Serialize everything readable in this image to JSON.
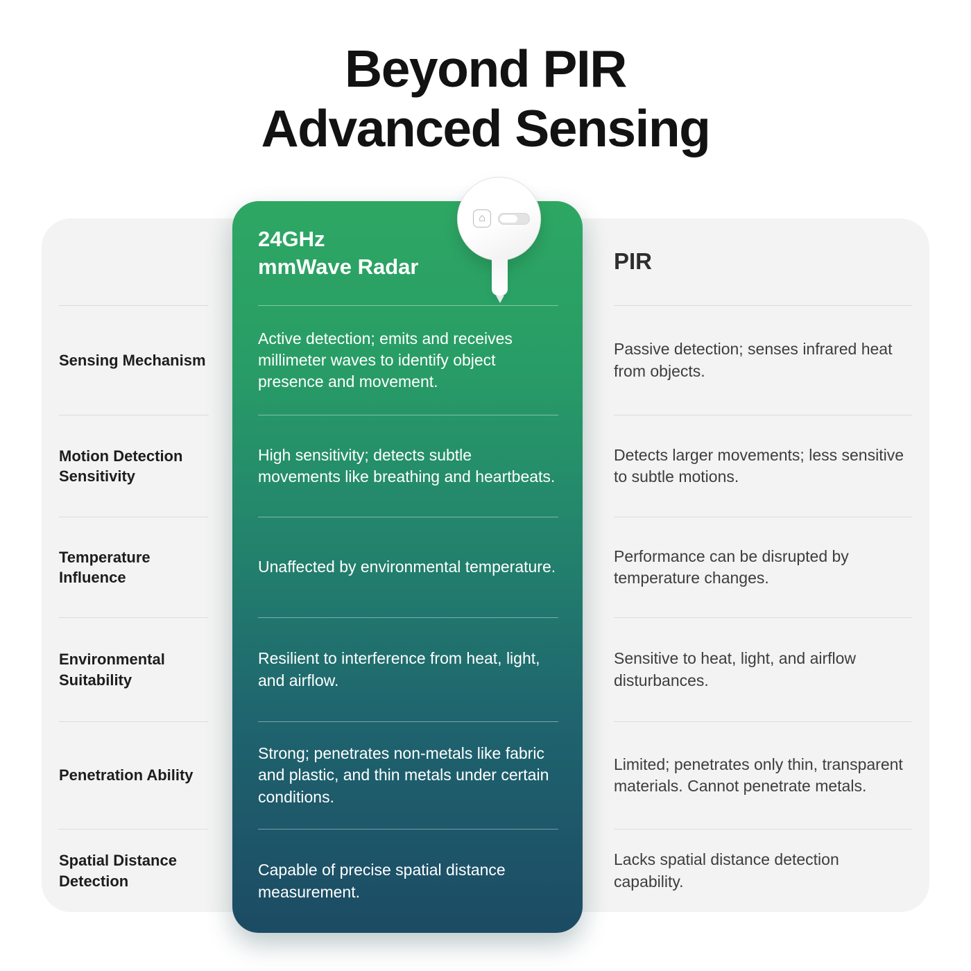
{
  "title": {
    "line1": "Beyond PIR",
    "line2": "Advanced Sensing"
  },
  "columns": {
    "radar": {
      "header_line1": "24GHz",
      "header_line2": "mmWave Radar"
    },
    "pir": {
      "header": "PIR"
    }
  },
  "rows": [
    {
      "label": "Sensing Mechanism",
      "radar": "Active detection; emits and receives millimeter waves to identify object presence and movement.",
      "pir": "Passive detection; senses infrared heat from objects."
    },
    {
      "label": "Motion Detection Sensitivity",
      "radar": "High sensitivity; detects subtle movements like breathing and heartbeats.",
      "pir": "Detects larger movements; less sensitive to subtle motions."
    },
    {
      "label": "Temperature Influence",
      "radar": "Unaffected by environmental temperature.",
      "pir": "Performance can be disrupted by temperature changes."
    },
    {
      "label": "Environmental Suitability",
      "radar": "Resilient to interference from heat, light, and airflow.",
      "pir": "Sensitive to heat, light, and airflow disturbances."
    },
    {
      "label": "Penetration Ability",
      "radar": "Strong; penetrates non-metals like fabric and plastic, and thin metals under certain conditions.",
      "pir": "Limited; penetrates only thin, transparent materials. Cannot penetrate metals."
    },
    {
      "label": "Spatial Distance Detection",
      "radar": "Capable of precise spatial distance measurement.",
      "pir": "Lacks spatial distance detection capability."
    }
  ],
  "device": {
    "home_icon_glyph": "⌂"
  },
  "colors": {
    "card_bg": "#F2F3F2",
    "radar_gradient_top": "#2EA763",
    "radar_gradient_bottom": "#1C4B64",
    "title_text": "#121212",
    "body_text": "#3D3D3D",
    "radar_text": "#FFFFFF"
  }
}
